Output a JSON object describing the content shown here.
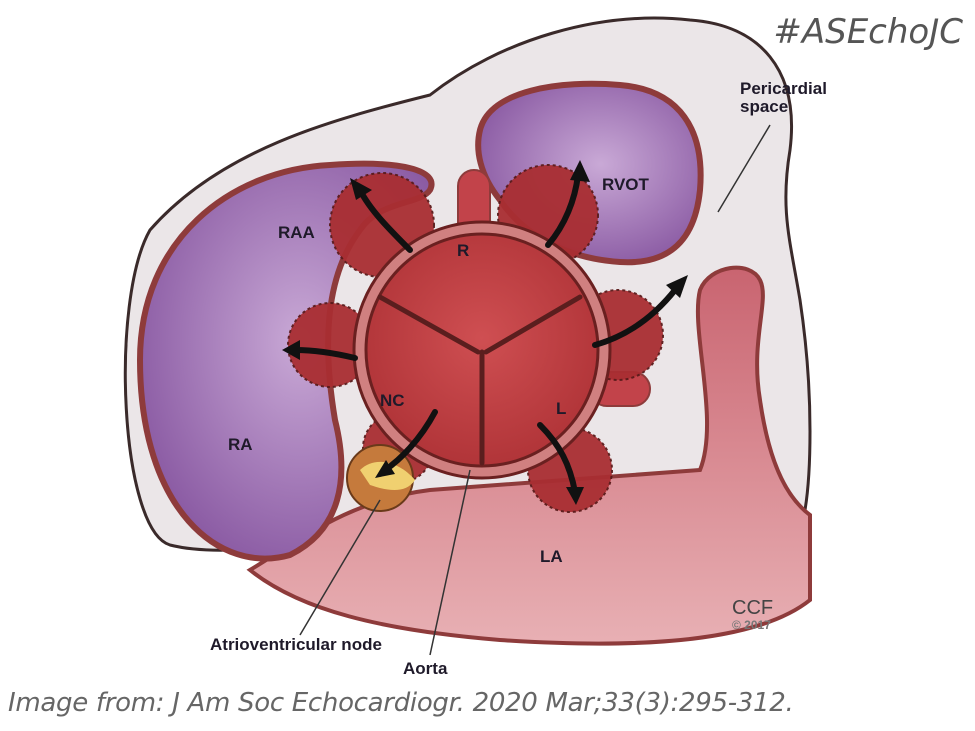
{
  "hashtag": "#ASEchoJC",
  "labels": {
    "pericardial": "Pericardial space",
    "rvot": "RVOT",
    "raa": "RAA",
    "r": "R",
    "nc": "NC",
    "l": "L",
    "ra": "RA",
    "la": "LA",
    "av_node": "Atrioventricular node",
    "aorta": "Aorta"
  },
  "credit": {
    "org": "CCF",
    "year": "© 2017"
  },
  "caption": "Image from: J Am Soc Echocardiogr. 2020 Mar;33(3):295-312.",
  "colors": {
    "outline": "#8e3b3b",
    "chamber": "#9a6bb0",
    "aorta": "#b8393d",
    "lump": "#a92e32",
    "la": "#d9848b",
    "pericardium": "#ebe6e8"
  }
}
